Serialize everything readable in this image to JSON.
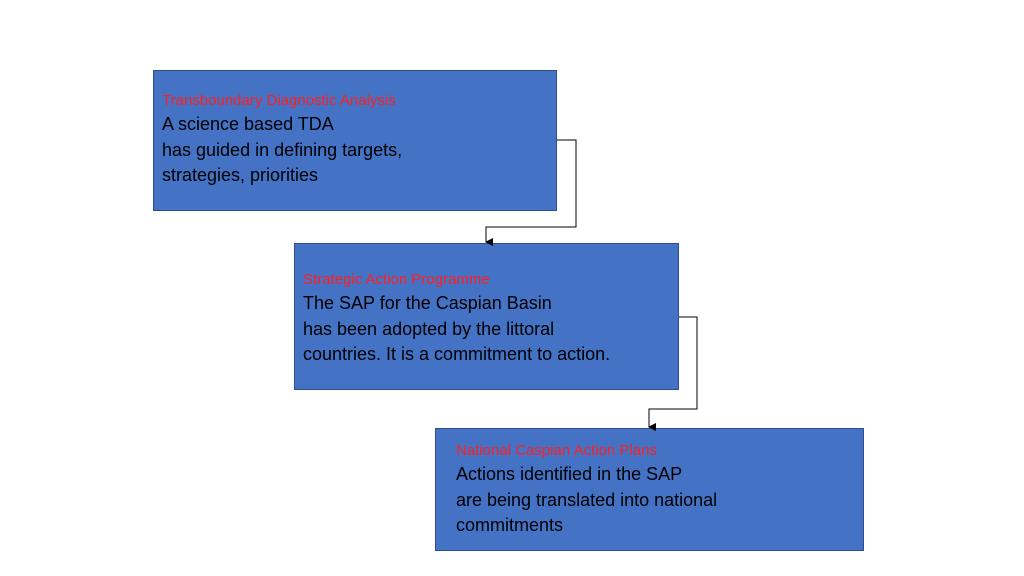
{
  "boxes": [
    {
      "id": "tda",
      "heading": "Transboundary Diagnostic Analysis",
      "lines": [
        "A science based TDA",
        "has guided in defining targets,",
        "strategies, priorities"
      ]
    },
    {
      "id": "sap",
      "heading": "Strategic Action Programme",
      "lines": [
        "The SAP for the Caspian Basin",
        "has been adopted by the littoral",
        "countries.  It is a commitment to action."
      ]
    },
    {
      "id": "ncap",
      "heading": "National Caspian Action Plans",
      "lines": [
        "Actions identified in the SAP",
        "are being translated into national",
        "commitments"
      ]
    }
  ],
  "colors": {
    "box_fill": "#4472c4",
    "heading_text": "#ff1f1f",
    "body_text": "#000000",
    "connector": "#000000"
  }
}
